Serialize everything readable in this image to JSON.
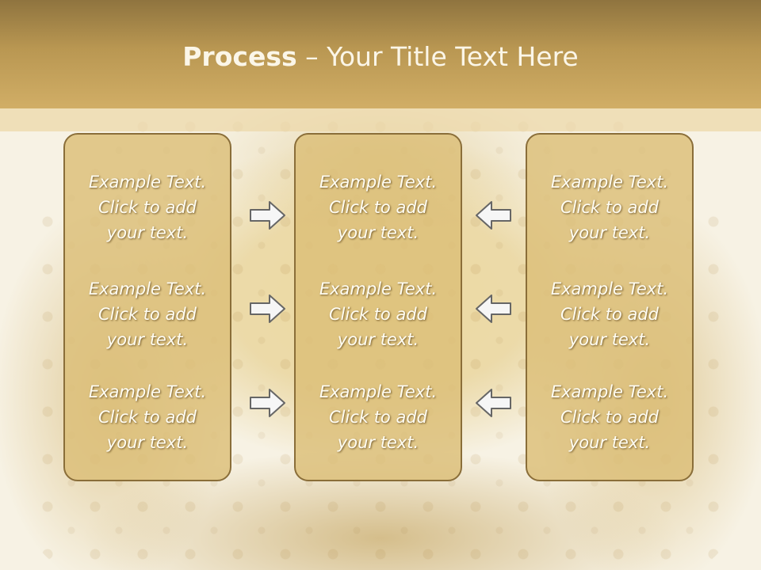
{
  "slide": {
    "title_strong": "Process",
    "title_rest": " – Your Title Text Here"
  },
  "columns": [
    {
      "blocks": [
        {
          "line1": "Example Text.",
          "line2": "Click  to add",
          "line3": "your text."
        },
        {
          "line1": "Example Text.",
          "line2": "Click  to add",
          "line3": "your text."
        },
        {
          "line1": "Example Text.",
          "line2": "Click  to add",
          "line3": "your text."
        }
      ]
    },
    {
      "blocks": [
        {
          "line1": "Example Text.",
          "line2": "Click  to add",
          "line3": "your text."
        },
        {
          "line1": "Example Text.",
          "line2": "Click  to add",
          "line3": "your text."
        },
        {
          "line1": "Example Text.",
          "line2": "Click  to add",
          "line3": "your text."
        }
      ]
    },
    {
      "blocks": [
        {
          "line1": "Example Text.",
          "line2": "Click  to add",
          "line3": "your text."
        },
        {
          "line1": "Example Text.",
          "line2": "Click  to add",
          "line3": "your text."
        },
        {
          "line1": "Example Text.",
          "line2": "Click  to add",
          "line3": "your text."
        }
      ]
    }
  ],
  "arrows": {
    "left_group": "right-arrow-icon",
    "right_group": "left-arrow-icon"
  },
  "colors": {
    "header_top": "#8f743f",
    "header_bottom": "#d1ae66",
    "box_fill": "#dcbe78",
    "box_border": "#8a6e39",
    "text": "#fffdf3"
  }
}
